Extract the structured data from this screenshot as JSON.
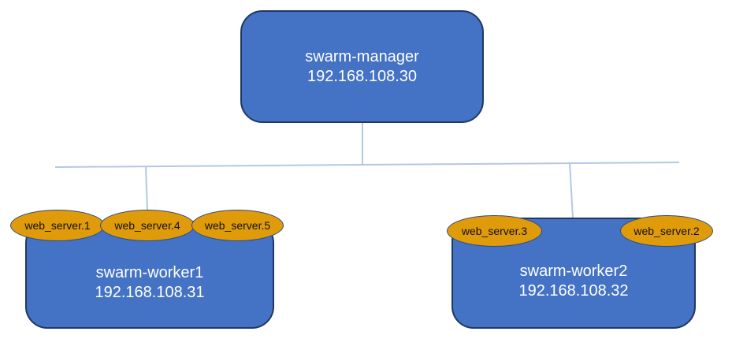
{
  "colors": {
    "node_fill": "#4472c4",
    "service_fill": "#e09b0b",
    "connector": "#b4c7e7"
  },
  "manager": {
    "name": "swarm-manager",
    "ip": "192.168.108.30"
  },
  "workers": [
    {
      "name": "swarm-worker1",
      "ip": "192.168.108.31",
      "services": [
        "web_server.1",
        "web_server.4",
        "web_server.5"
      ]
    },
    {
      "name": "swarm-worker2",
      "ip": "192.168.108.32",
      "services": [
        "web_server.3",
        "web_server.2"
      ]
    }
  ]
}
